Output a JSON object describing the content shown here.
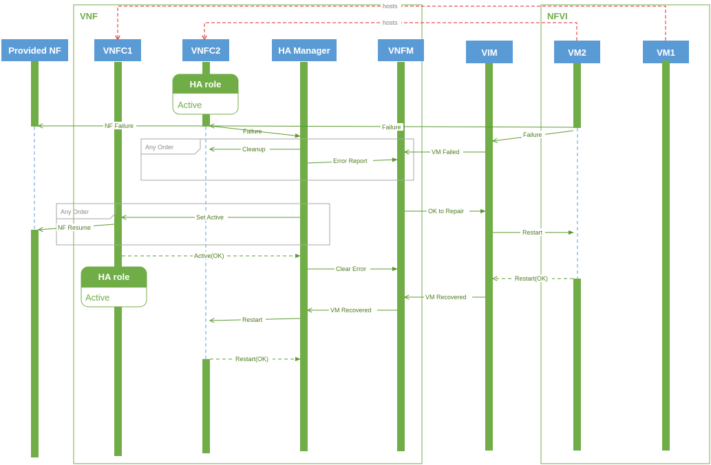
{
  "groups": {
    "vnf": "VNF",
    "nfvi": "NFVI"
  },
  "participants": [
    {
      "id": "provided_nf",
      "label": "Provided NF"
    },
    {
      "id": "vnfc1",
      "label": "VNFC1"
    },
    {
      "id": "vnfc2",
      "label": "VNFC2"
    },
    {
      "id": "ha_manager",
      "label": "HA Manager"
    },
    {
      "id": "vnfm",
      "label": "VNFM"
    },
    {
      "id": "vim",
      "label": "VIM"
    },
    {
      "id": "vm2",
      "label": "VM2"
    },
    {
      "id": "vm1",
      "label": "VM1"
    }
  ],
  "hosts_links": [
    {
      "label": "hosts",
      "from": "vm1",
      "to": "vnfc1"
    },
    {
      "label": "hosts",
      "from": "vm2",
      "to": "vnfc2"
    }
  ],
  "ha_roles": [
    {
      "title": "HA role",
      "state": "Active",
      "owner": "vnfc2"
    },
    {
      "title": "HA role",
      "state": "Active",
      "owner": "vnfc1"
    }
  ],
  "frames": [
    {
      "label": "Any Order"
    },
    {
      "label": "Any Order"
    }
  ],
  "messages": [
    {
      "label": "NF Failure",
      "from": "vnfc2",
      "to": "provided_nf",
      "style": "solid"
    },
    {
      "label": "Failure",
      "from": "vm2",
      "to": "vnfc2",
      "style": "solid"
    },
    {
      "label": "Failure",
      "from": "vnfc2",
      "to": "ha_manager",
      "style": "solid"
    },
    {
      "label": "Failure",
      "from": "vm2",
      "to": "vim",
      "style": "solid"
    },
    {
      "label": "Cleanup",
      "from": "ha_manager",
      "to": "vnfc2",
      "style": "solid"
    },
    {
      "label": "VM Failed",
      "from": "vim",
      "to": "vnfm",
      "style": "solid"
    },
    {
      "label": "Error Report",
      "from": "ha_manager",
      "to": "vnfm",
      "style": "solid"
    },
    {
      "label": "OK to Repair",
      "from": "vnfm",
      "to": "vim",
      "style": "solid"
    },
    {
      "label": "Set Active",
      "from": "ha_manager",
      "to": "vnfc1",
      "style": "solid"
    },
    {
      "label": "NF Resume",
      "from": "vnfc1",
      "to": "provided_nf",
      "style": "solid"
    },
    {
      "label": "Restart",
      "from": "vim",
      "to": "vm2",
      "style": "solid"
    },
    {
      "label": "Active(OK)",
      "from": "vnfc1",
      "to": "ha_manager",
      "style": "dashed"
    },
    {
      "label": "Clear Error",
      "from": "ha_manager",
      "to": "vnfm",
      "style": "solid"
    },
    {
      "label": "Restart(OK)",
      "from": "vm2",
      "to": "vim",
      "style": "dashed"
    },
    {
      "label": "VM Recovered",
      "from": "vim",
      "to": "vnfm",
      "style": "solid"
    },
    {
      "label": "VM Recovered",
      "from": "vnfm",
      "to": "ha_manager",
      "style": "solid"
    },
    {
      "label": "Restart",
      "from": "ha_manager",
      "to": "vnfc2",
      "style": "solid"
    },
    {
      "label": "Restart(OK)",
      "from": "vnfc2",
      "to": "ha_manager",
      "style": "dashed"
    }
  ],
  "colors": {
    "header": "#5b9bd5",
    "lifeline": "#70ad47",
    "message": "#5a9a2e",
    "hosts": "#e02020",
    "frame": "#a6a6a6"
  }
}
